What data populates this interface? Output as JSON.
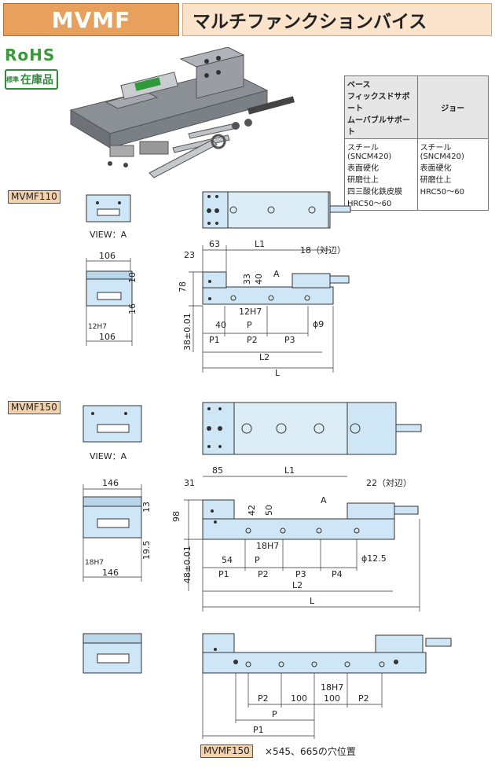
{
  "header": {
    "code": "MVMF",
    "name": "マルチファンクションバイス"
  },
  "badges": {
    "rohs": "RoHS",
    "stock_std": "標準",
    "stock": "在庫品"
  },
  "spec_table": {
    "col1_header": [
      "ベース",
      "フィックスドサポート",
      "ムーバブルサポート"
    ],
    "col2_header": "ジョー",
    "col1_body": [
      "スチール(SNCM420)",
      "表面硬化",
      "研磨仕上",
      "四三酸化鉄皮膜",
      "HRC50～60"
    ],
    "col2_body": [
      "スチール(SNCM420)",
      "表面硬化",
      "研磨仕上",
      "HRC50～60"
    ]
  },
  "model110": {
    "tag": "MVMF110",
    "view_label": "VIEW：A",
    "dims": {
      "w106_top": "106",
      "w106_bot": "106",
      "d10": "10",
      "d16": "16",
      "d12h7_side": "12H7",
      "d23": "23",
      "d63": "63",
      "L1": "L1",
      "across": "18（対辺）",
      "d78": "78",
      "d33": "33",
      "d40v": "40",
      "A": "A",
      "d38": "38±0.01",
      "d12h7": "12H7",
      "d40h": "40",
      "P": "P",
      "phi9": "ϕ9",
      "P1": "P1",
      "P2": "P2",
      "P3": "P3",
      "L2": "L2",
      "L": "L"
    }
  },
  "model150": {
    "tag": "MVMF150",
    "view_label": "VIEW：A",
    "dims": {
      "w146_top": "146",
      "w146_bot": "146",
      "d13": "13",
      "d19_5": "19.5",
      "d18h7_side": "18H7",
      "d31": "31",
      "d85": "85",
      "L1": "L1",
      "across": "22（対辺）",
      "d98": "98",
      "d42": "42",
      "d50": "50",
      "A": "A",
      "d48": "48±0.01",
      "d18h7": "18H7",
      "d54": "54",
      "P": "P",
      "phi12_5": "ϕ12.5",
      "P1": "P1",
      "P2": "P2",
      "P3": "P3",
      "P4": "P4",
      "L2": "L2",
      "L": "L"
    }
  },
  "holes_view": {
    "d18h7": "18H7",
    "P2a": "P2",
    "d100a": "100",
    "d100b": "100",
    "P2b": "P2",
    "P": "P",
    "P1": "P1"
  },
  "footer": {
    "tag": "MVMF150",
    "note": "×545、665の穴位置"
  },
  "colors": {
    "part_fill": "#cfe6f6",
    "part_stroke": "#333333",
    "tag_bg": "#f3d2ad",
    "code_bg": "#e8a15c"
  }
}
